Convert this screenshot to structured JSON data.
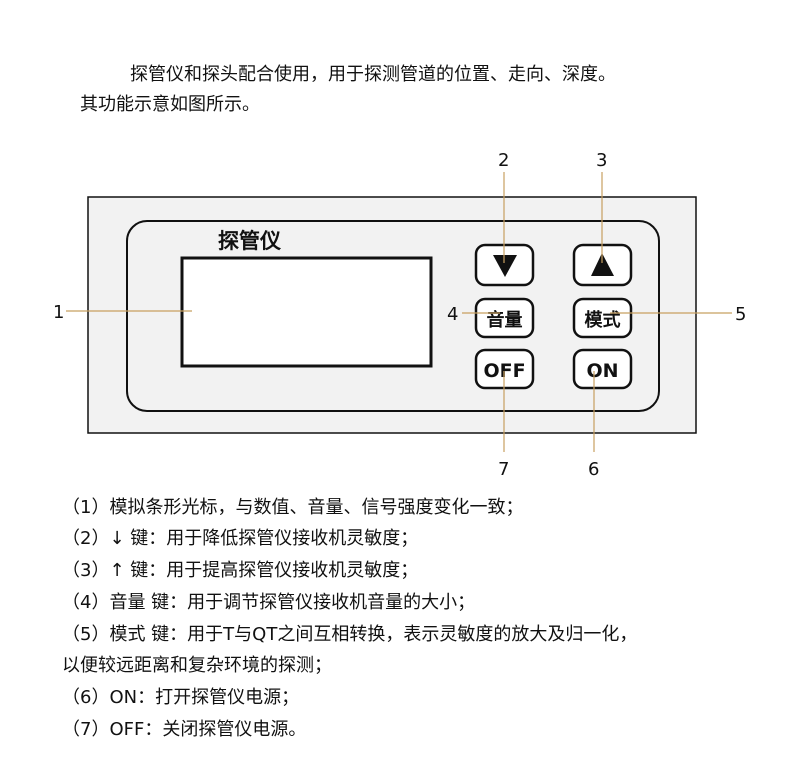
{
  "intro": {
    "line1": "探管仪和探头配合使用，用于探测管道的位置、走向、深度。",
    "line2": "其功能示意如图所示。"
  },
  "device": {
    "title": "探管仪",
    "buttons": {
      "down_icon": "triangle-down-icon",
      "up_icon": "triangle-up-icon",
      "volume": "音量",
      "mode": "模式",
      "off": "OFF",
      "on": "ON"
    }
  },
  "callouts": [
    "1",
    "2",
    "3",
    "4",
    "5",
    "6",
    "7"
  ],
  "colors": {
    "leader_line": "#c8a060",
    "outline": "#111111",
    "panel_fill": "#f2f2f2"
  },
  "descriptions": [
    "（1）模拟条形光标，与数值、音量、信号强度变化一致；",
    "（2）↓ 键：用于降低探管仪接收机灵敏度；",
    "（3）↑ 键：用于提高探管仪接收机灵敏度；",
    "（4）音量 键：用于调节探管仪接收机音量的大小；",
    "（5）模式 键：用于T与QT之间互相转换，表示灵敏度的放大及归一化，",
    "以便较远距离和复杂环境的探测；",
    "（6）ON：打开探管仪电源；",
    "（7）OFF：关闭探管仪电源。"
  ]
}
